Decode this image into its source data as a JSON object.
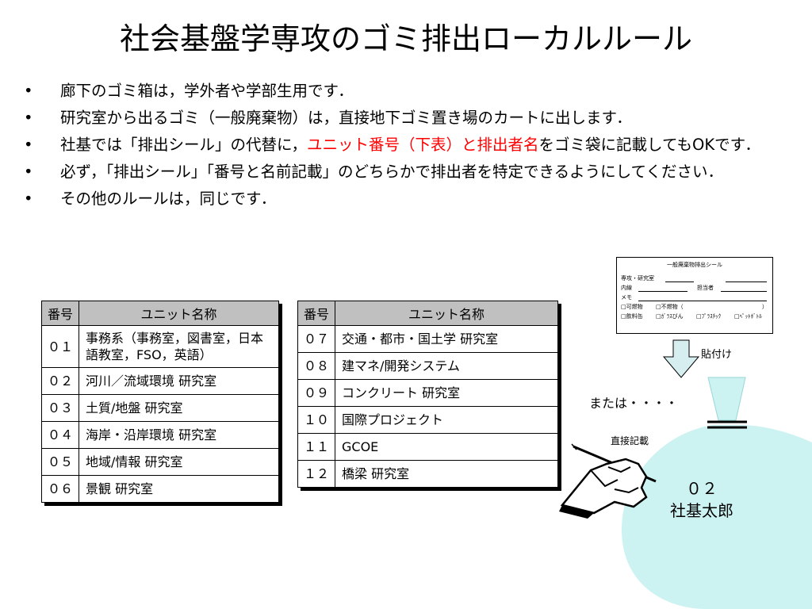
{
  "title": "社会基盤学専攻のゴミ排出ローカルルール",
  "bullet_symbol": "•",
  "bullets": [
    {
      "text": "廊下のゴミ箱は，学外者や学部生用です．"
    },
    {
      "text": "研究室から出るゴミ（一般廃棄物）は，直接地下ゴミ置き場のカートに出します．"
    },
    {
      "pre": "社基では「排出シール」の代替に，",
      "highlight": "ユニット番号（下表）と排出者名",
      "post": "をゴミ袋に記載してもOKです．"
    },
    {
      "text": "必ず，「排出シール」「番号と名前記載」のどちらかで排出者を特定できるようにしてください．"
    },
    {
      "text": "その他のルールは，同じです．"
    }
  ],
  "table_headers": {
    "number": "番号",
    "unit": "ユニット名称"
  },
  "table1": [
    {
      "num": "０１",
      "name": "事務系（事務室，図書室，日本語教室，FSO，英語）"
    },
    {
      "num": "０２",
      "name": "河川／流域環境 研究室"
    },
    {
      "num": "０３",
      "name": "土質/地盤 研究室"
    },
    {
      "num": "０４",
      "name": "海岸・沿岸環境 研究室"
    },
    {
      "num": "０５",
      "name": "地域/情報 研究室"
    },
    {
      "num": "０６",
      "name": "景観 研究室"
    }
  ],
  "table2": [
    {
      "num": "０７",
      "name": "交通・都市・国土学 研究室"
    },
    {
      "num": "０８",
      "name": "建マネ/開発システム"
    },
    {
      "num": "０９",
      "name": "コンクリート 研究室"
    },
    {
      "num": "１０",
      "name": "国際プロジェクト"
    },
    {
      "num": "１１",
      "name": "GCOE"
    },
    {
      "num": "１２",
      "name": "橋梁 研究室"
    }
  ],
  "seal": {
    "title": "一般廃棄物排出シール",
    "dept_label": "専攻・研究室",
    "ext_label": "内線",
    "person_label": "担当者",
    "memo_label": "メモ",
    "burnable": "□可燃物",
    "nonburnable": "□不燃物（",
    "nonburnable_close": "）",
    "drink": "□飲料缶",
    "glass": "□ｶﾞﾗｽびん",
    "plastic": "□ﾌﾟﾗｽﾁｯｸ",
    "pet": "□ﾍﾟｯﾄﾎﾞﾄﾙ"
  },
  "labels": {
    "paste": "貼付け",
    "or": "または・・・・",
    "direct_write": "直接記載"
  },
  "bag": {
    "number": "０２",
    "name": "社基太郎"
  },
  "colors": {
    "highlight": "#ff0000",
    "bag_fill": "#ccf2f2",
    "arrow_fill": "#d6eef0",
    "table_header_bg": "#c0c0c0"
  }
}
